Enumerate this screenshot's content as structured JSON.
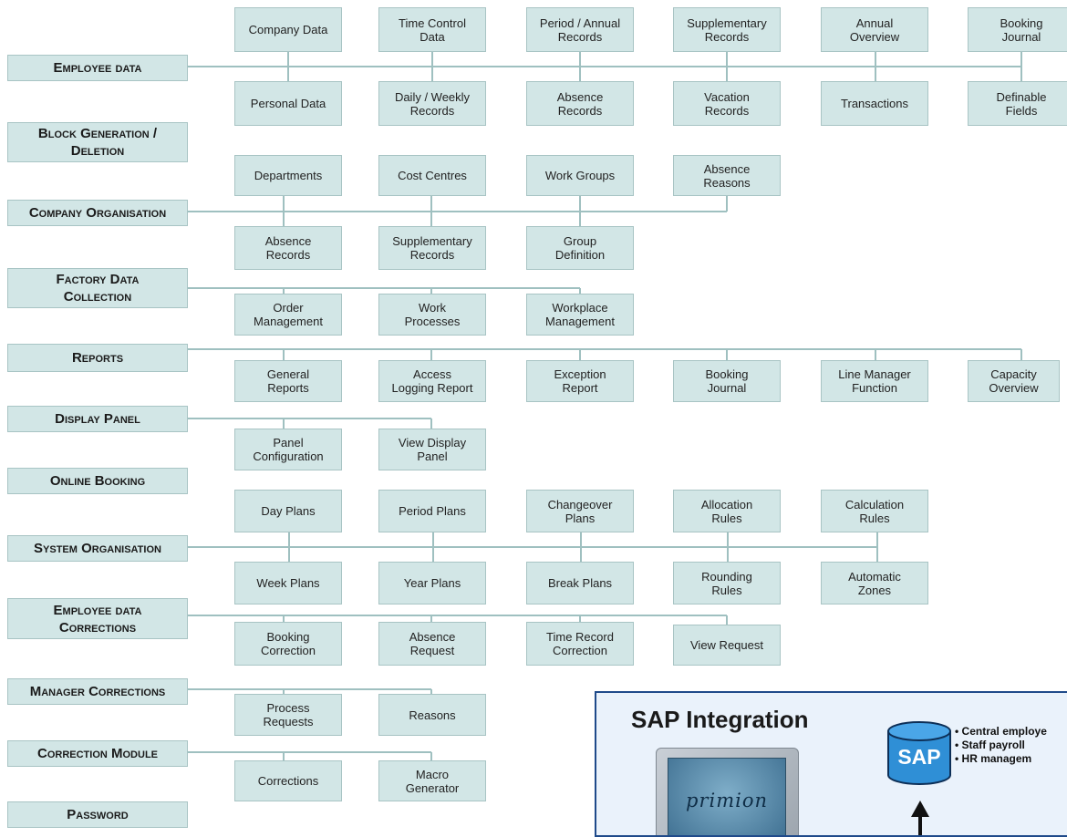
{
  "categories": [
    {
      "label": "Employee data"
    },
    {
      "label": "Block Generation /\nDeletion"
    },
    {
      "label": "Company Organisation"
    },
    {
      "label": "Factory Data\nCollection"
    },
    {
      "label": "Reports"
    },
    {
      "label": "Display Panel"
    },
    {
      "label": "Online Booking"
    },
    {
      "label": "System Organisation"
    },
    {
      "label": "Employee data\nCorrections"
    },
    {
      "label": "Manager Corrections"
    },
    {
      "label": "Correction Module"
    },
    {
      "label": "Password"
    }
  ],
  "employee_data": {
    "top": [
      "Company Data",
      "Time Control\nData",
      "Period / Annual\nRecords",
      "Supplementary\nRecords",
      "Annual\nOverview",
      "Booking\nJournal"
    ],
    "bottom": [
      "Personal Data",
      "Daily / Weekly\nRecords",
      "Absence\nRecords",
      "Vacation\nRecords",
      "Transactions",
      "Definable\nFields"
    ]
  },
  "company_organisation": {
    "top": [
      "Departments",
      "Cost Centres",
      "Work Groups",
      "Absence\nReasons"
    ],
    "bottom": [
      "Absence\nRecords",
      "Supplementary\nRecords",
      "Group\nDefinition"
    ]
  },
  "factory_data_collection": {
    "bottom": [
      "Order\nManagement",
      "Work\nProcesses",
      "Workplace\nManagement"
    ]
  },
  "reports": {
    "bottom": [
      "General\nReports",
      "Access\nLogging Report",
      "Exception\nReport",
      "Booking\nJournal",
      "Line Manager\nFunction",
      "Capacity\nOverview"
    ]
  },
  "display_panel": {
    "bottom": [
      "Panel\nConfiguration",
      "View Display\nPanel"
    ]
  },
  "system_organisation": {
    "top": [
      "Day Plans",
      "Period Plans",
      "Changeover\nPlans",
      "Allocation\nRules",
      "Calculation\nRules"
    ],
    "bottom": [
      "Week Plans",
      "Year Plans",
      "Break Plans",
      "Rounding\nRules",
      "Automatic\nZones"
    ]
  },
  "employee_data_corrections": {
    "bottom": [
      "Booking\nCorrection",
      "Absence\nRequest",
      "Time Record\nCorrection",
      "View Request"
    ]
  },
  "manager_corrections": {
    "bottom": [
      "Process\nRequests",
      "Reasons"
    ]
  },
  "correction_module": {
    "bottom": [
      "Corrections",
      "Macro\nGenerator"
    ]
  },
  "sap": {
    "title": "SAP Integration",
    "logo_text": "primion",
    "db_label": "SAP",
    "bullets": [
      "• Central employe",
      "• Staff payroll",
      "• HR managem"
    ]
  },
  "colors": {
    "box_fill": "#d2e6e6",
    "box_border": "#a8c4c4",
    "line": "#a8c4c4",
    "sap_blue": "#1f4a8a",
    "db_fill": "#2f8fd6"
  }
}
